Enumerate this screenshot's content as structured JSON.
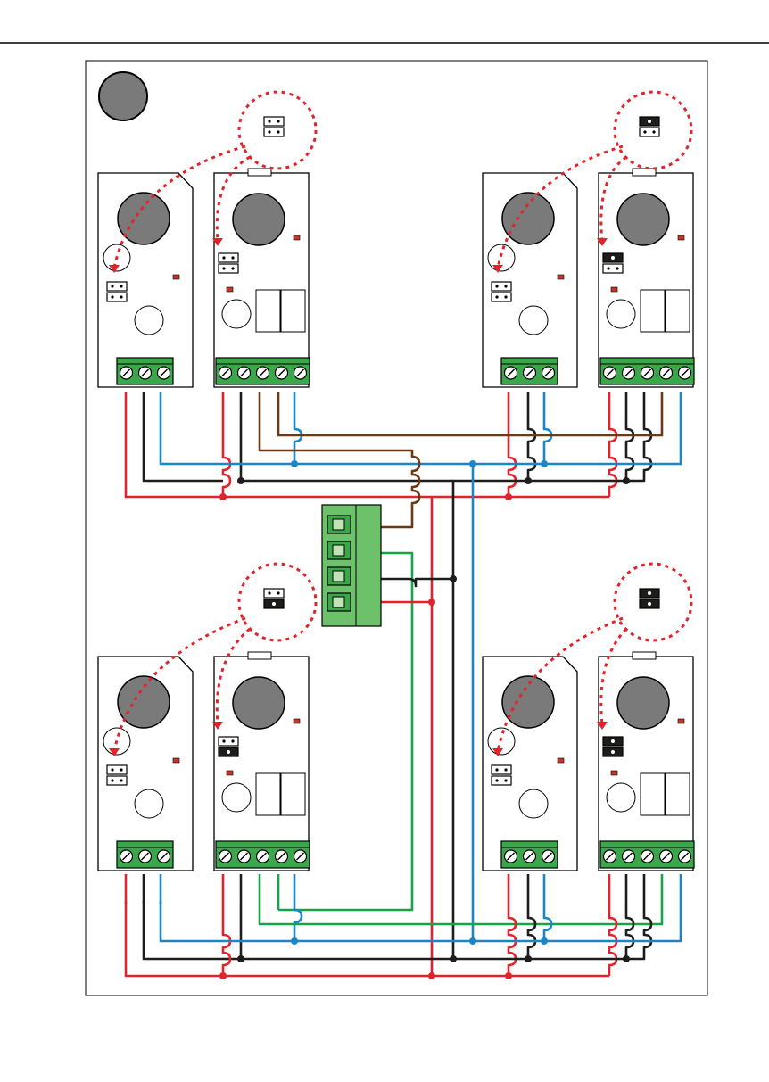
{
  "colors": {
    "red": "#e3232c",
    "black": "#1d1d1b",
    "blue": "#1a86c8",
    "brown": "#6b3a14",
    "green": "#16a34a",
    "terminal_green": "#3aa84a",
    "terminal_block": "#6cc16a",
    "gray_disc": "#7a7a7a",
    "led": "#c0392b",
    "dotted_red": "#e3232c"
  },
  "units": [
    {
      "id": "top-left",
      "jumpers": "open"
    },
    {
      "id": "top-right",
      "jumpers": "top-closed"
    },
    {
      "id": "bottom-left",
      "jumpers": "bottom-closed"
    },
    {
      "id": "bottom-right",
      "jumpers": "both-closed"
    }
  ],
  "central_terminal": {
    "ways": 4,
    "wire_colors": [
      "brown",
      "green",
      "black",
      "red"
    ]
  },
  "marker": {
    "icon": "gray-circle-marker"
  }
}
